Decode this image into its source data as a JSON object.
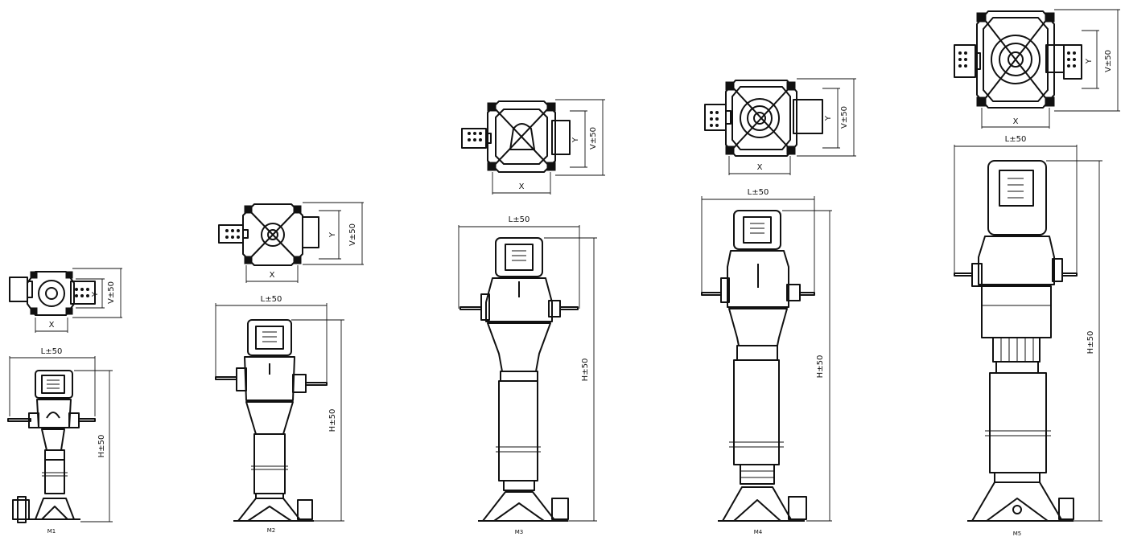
{
  "units": [
    {
      "id": "u1",
      "caption": "M1"
    },
    {
      "id": "u2",
      "caption": "M2"
    },
    {
      "id": "u3",
      "caption": "M3"
    },
    {
      "id": "u4",
      "caption": "M4"
    },
    {
      "id": "u5",
      "caption": "M5"
    }
  ],
  "dimension_labels": {
    "length": "L±50",
    "height": "H±50",
    "width": "V±50",
    "x": "X",
    "y": "Y"
  }
}
